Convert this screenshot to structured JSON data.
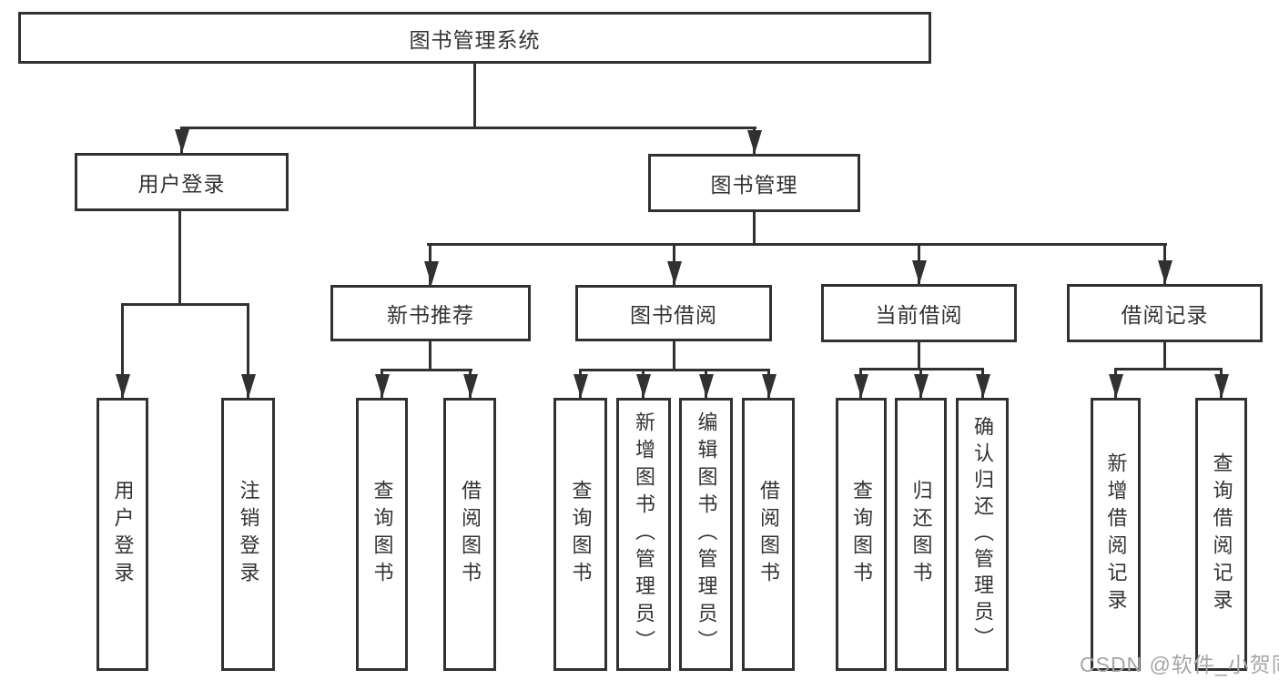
{
  "diagram_title": "图书管理系统",
  "nodes": {
    "root": "图书管理系统",
    "user_login": "用户登录",
    "book_mgmt": "图书管理",
    "new_book": "新书推荐",
    "book_borrow": "图书借阅",
    "current_borrow": "当前借阅",
    "borrow_record": "借阅记录",
    "ul_login": "用户登录",
    "ul_logout": "注销登录",
    "nb_query": "查询图书",
    "nb_borrow": "借阅图书",
    "bb_query": "查询图书",
    "bb_add": "新增图书（管理员）",
    "bb_edit": "编辑图书（管理员）",
    "bb_borrow": "借阅图书",
    "cb_query": "查询图书",
    "cb_return": "归还图书",
    "cb_confirm": "确认归还（管理员）",
    "br_add": "新增借阅记录",
    "br_query": "查询借阅记录"
  },
  "hierarchy": {
    "图书管理系统": {
      "用户登录": [
        "用户登录",
        "注销登录"
      ],
      "图书管理": {
        "新书推荐": [
          "查询图书",
          "借阅图书"
        ],
        "图书借阅": [
          "查询图书",
          "新增图书（管理员）",
          "编辑图书（管理员）",
          "借阅图书"
        ],
        "当前借阅": [
          "查询图书",
          "归还图书",
          "确认归还（管理员）"
        ],
        "借阅记录": [
          "新增借阅记录",
          "查询借阅记录"
        ]
      }
    }
  },
  "watermark": {
    "text": "CSDN @软件_小贺同学"
  },
  "colors": {
    "line": "#313131",
    "box_background": "#ffffff",
    "text": "#333333",
    "watermark": "#a6a6a6"
  }
}
